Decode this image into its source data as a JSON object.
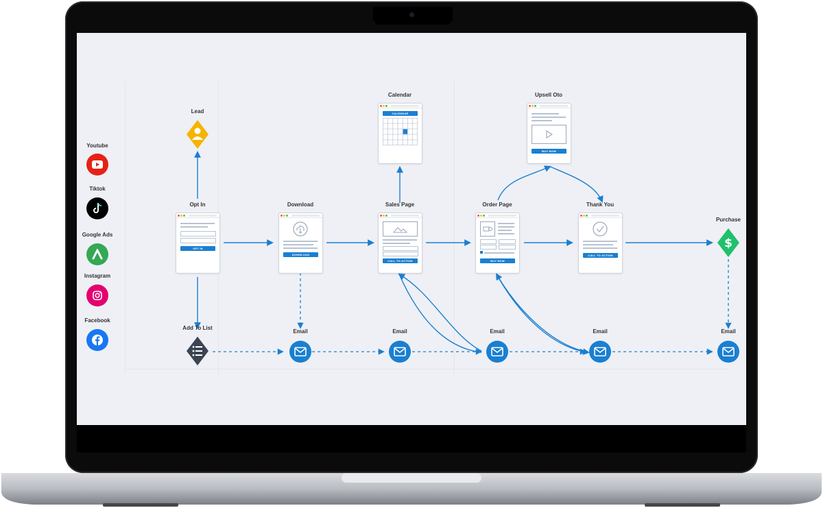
{
  "sources": [
    {
      "label": "Youtube",
      "icon": "youtube-icon",
      "color": "#e62117"
    },
    {
      "label": "Tiktok",
      "icon": "tiktok-icon",
      "color": "#000000"
    },
    {
      "label": "Google Ads",
      "icon": "google-ads-icon",
      "color": "#34a853"
    },
    {
      "label": "Instagram",
      "icon": "instagram-icon",
      "color": "#e4006f"
    },
    {
      "label": "Facebook",
      "icon": "facebook-icon",
      "color": "#1877f2"
    }
  ],
  "nodes": {
    "lead": {
      "label": "Lead",
      "color": "#f5b400"
    },
    "opt_in": {
      "label": "Opt In",
      "button": "OPT IN"
    },
    "add_to_list": {
      "label": "Add To List",
      "color": "#3b4452"
    },
    "download": {
      "label": "Download",
      "button": "DOWNLOAD"
    },
    "calendar": {
      "label": "Calendar",
      "header": "CALENDAR"
    },
    "sales_page": {
      "label": "Sales Page",
      "button": "CALL TO ACTION"
    },
    "order_page": {
      "label": "Order Page",
      "button": "BUY NOW"
    },
    "upsell": {
      "label": "Upsell Oto",
      "button": "BUY NOW"
    },
    "thank_you": {
      "label": "Thank You",
      "button": "CALL TO ACTION"
    },
    "purchase": {
      "label": "Purchase",
      "color": "#1fc16b"
    }
  },
  "emails": [
    {
      "label": "Email"
    },
    {
      "label": "Email"
    },
    {
      "label": "Email"
    },
    {
      "label": "Email"
    },
    {
      "label": "Email"
    }
  ],
  "colors": {
    "accent": "#1a7fd1",
    "connector": "#1a7fd1",
    "canvas": "#eef0f5"
  }
}
